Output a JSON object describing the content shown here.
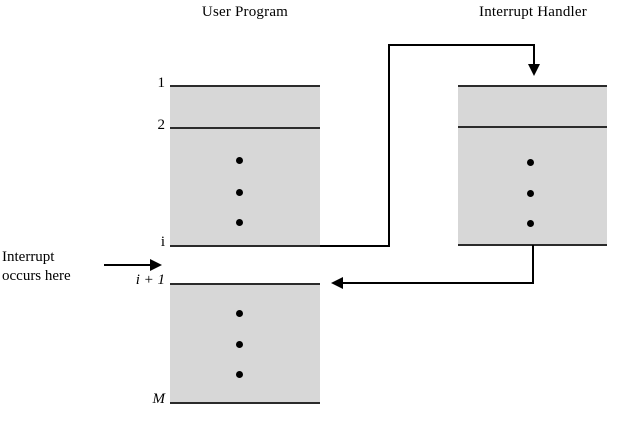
{
  "diagram": {
    "columns": {
      "user_program": {
        "title": "User Program",
        "line_labels": {
          "first": "1",
          "second": "2",
          "interrupted": "i",
          "resume": "i + 1",
          "last": "M"
        }
      },
      "interrupt_handler": {
        "title": "Interrupt Handler"
      }
    },
    "annotation": {
      "interrupt_caption": "Interrupt occurs here"
    },
    "icons": {
      "ellipsis_dot": "dot-icon",
      "arrow_to_handler": "arrow-down-icon",
      "arrow_return": "arrow-left-icon",
      "arrow_caption": "arrow-right-icon"
    },
    "colors": {
      "block_fill": "#d7d7d7",
      "stroke": "#000000",
      "rule": "#2b2b2b",
      "background": "#ffffff"
    }
  }
}
